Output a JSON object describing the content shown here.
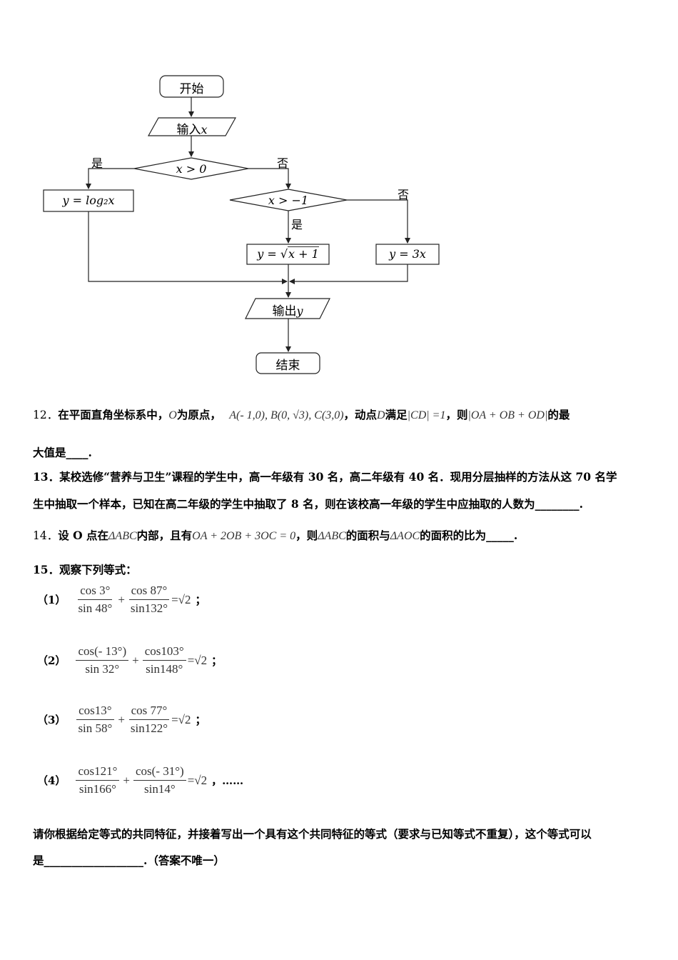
{
  "flowchart": {
    "start": "开始",
    "input": "输入",
    "input_var": "x",
    "cond1": "x > 0",
    "yes1": "是",
    "no1": "否",
    "proc_log": "y = log₂x",
    "cond2": "x > −1",
    "no2": "否",
    "yes2": "是",
    "proc_sqrt_lhs": "y = ",
    "proc_sqrt_arg": "x + 1",
    "proc_3x": "y = 3x",
    "output": "输出",
    "output_var": "y",
    "end": "结束"
  },
  "q12": {
    "num": "12．",
    "t1": "在平面直角坐标系中，",
    "o": "O",
    "t2": "为原点，",
    "points": "A(- 1,0), B(0, √3), C(3,0)",
    "t3": "，动点",
    "d": "D",
    "t4": "满足",
    "cd": "|CD| =1",
    "t5": "，则",
    "sum": "|OA + OB + OD|",
    "t6": "的最",
    "line2": "大值是____."
  },
  "q13": {
    "line1": "13．某校选修“营养与卫生”课程的学生中，高一年级有 30 名，高二年级有 40 名．现用分层抽样的方法从这 70 名学",
    "line2": "生中抽取一个样本，已知在高二年级的学生中抽取了 8 名，则在该校高一年级的学生中应抽取的人数为________."
  },
  "q14": {
    "num": "14．",
    "t1": "设 O 点在",
    "tri1": "ΔABC",
    "t2": "内部，且有",
    "vec": "OA + 2OB + 3OC = 0",
    "t3": "，则",
    "tri2": "ΔABC",
    "t4": "的面积与",
    "tri3": "ΔAOC",
    "t5": "的面积的比为_____."
  },
  "q15": {
    "head": "15．观察下列等式：",
    "eqs": [
      {
        "label": "（1）",
        "n1": "cos 3°",
        "d1": "sin 48°",
        "n2": "cos 87°",
        "d2": "sin132°",
        "rhs": "=√2",
        "tail": "；"
      },
      {
        "label": "（2）",
        "n1": "cos(- 13°)",
        "d1": "sin 32°",
        "n2": "cos103°",
        "d2": "sin148°",
        "rhs": "=√2",
        "tail": "；"
      },
      {
        "label": "（3）",
        "n1": "cos13°",
        "d1": "sin 58°",
        "n2": "cos 77°",
        "d2": "sin122°",
        "rhs": "=√2",
        "tail": "；"
      },
      {
        "label": "（4）",
        "n1": "cos121°",
        "d1": "sin166°",
        "n2": "cos(- 31°)",
        "d2": "sin14°",
        "rhs": "=√2",
        "tail": "，……"
      }
    ],
    "line1": "请你根据给定等式的共同特征，并接着写出一个具有这个共同特征的等式（要求与已知等式不重复），这个等式可以",
    "line2": "是__________________.（答案不唯一）"
  }
}
